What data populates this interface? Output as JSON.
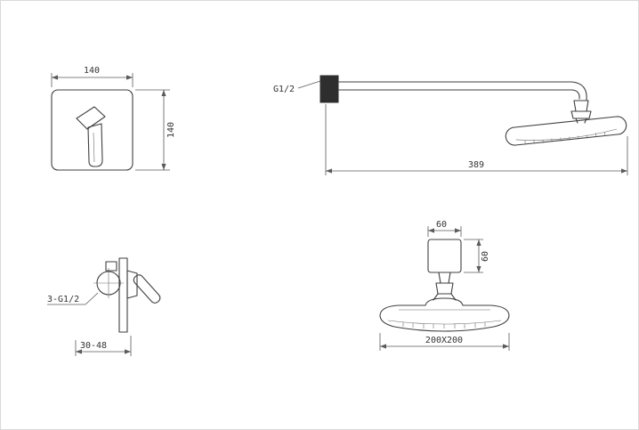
{
  "drawing": {
    "ink_color": "#3f3f3f",
    "dim_color": "#5a5a5a",
    "views": {
      "mixer_front": {
        "dim_width": "140",
        "dim_height": "140"
      },
      "arm_side": {
        "thread": "G1/2",
        "dim_length": "389"
      },
      "mixer_side": {
        "thread": "3-G1/2",
        "dim_depth": "30-48"
      },
      "head_front": {
        "dim_mount_width": "60",
        "dim_mount_height": "60",
        "dim_size": "200X200"
      }
    }
  }
}
